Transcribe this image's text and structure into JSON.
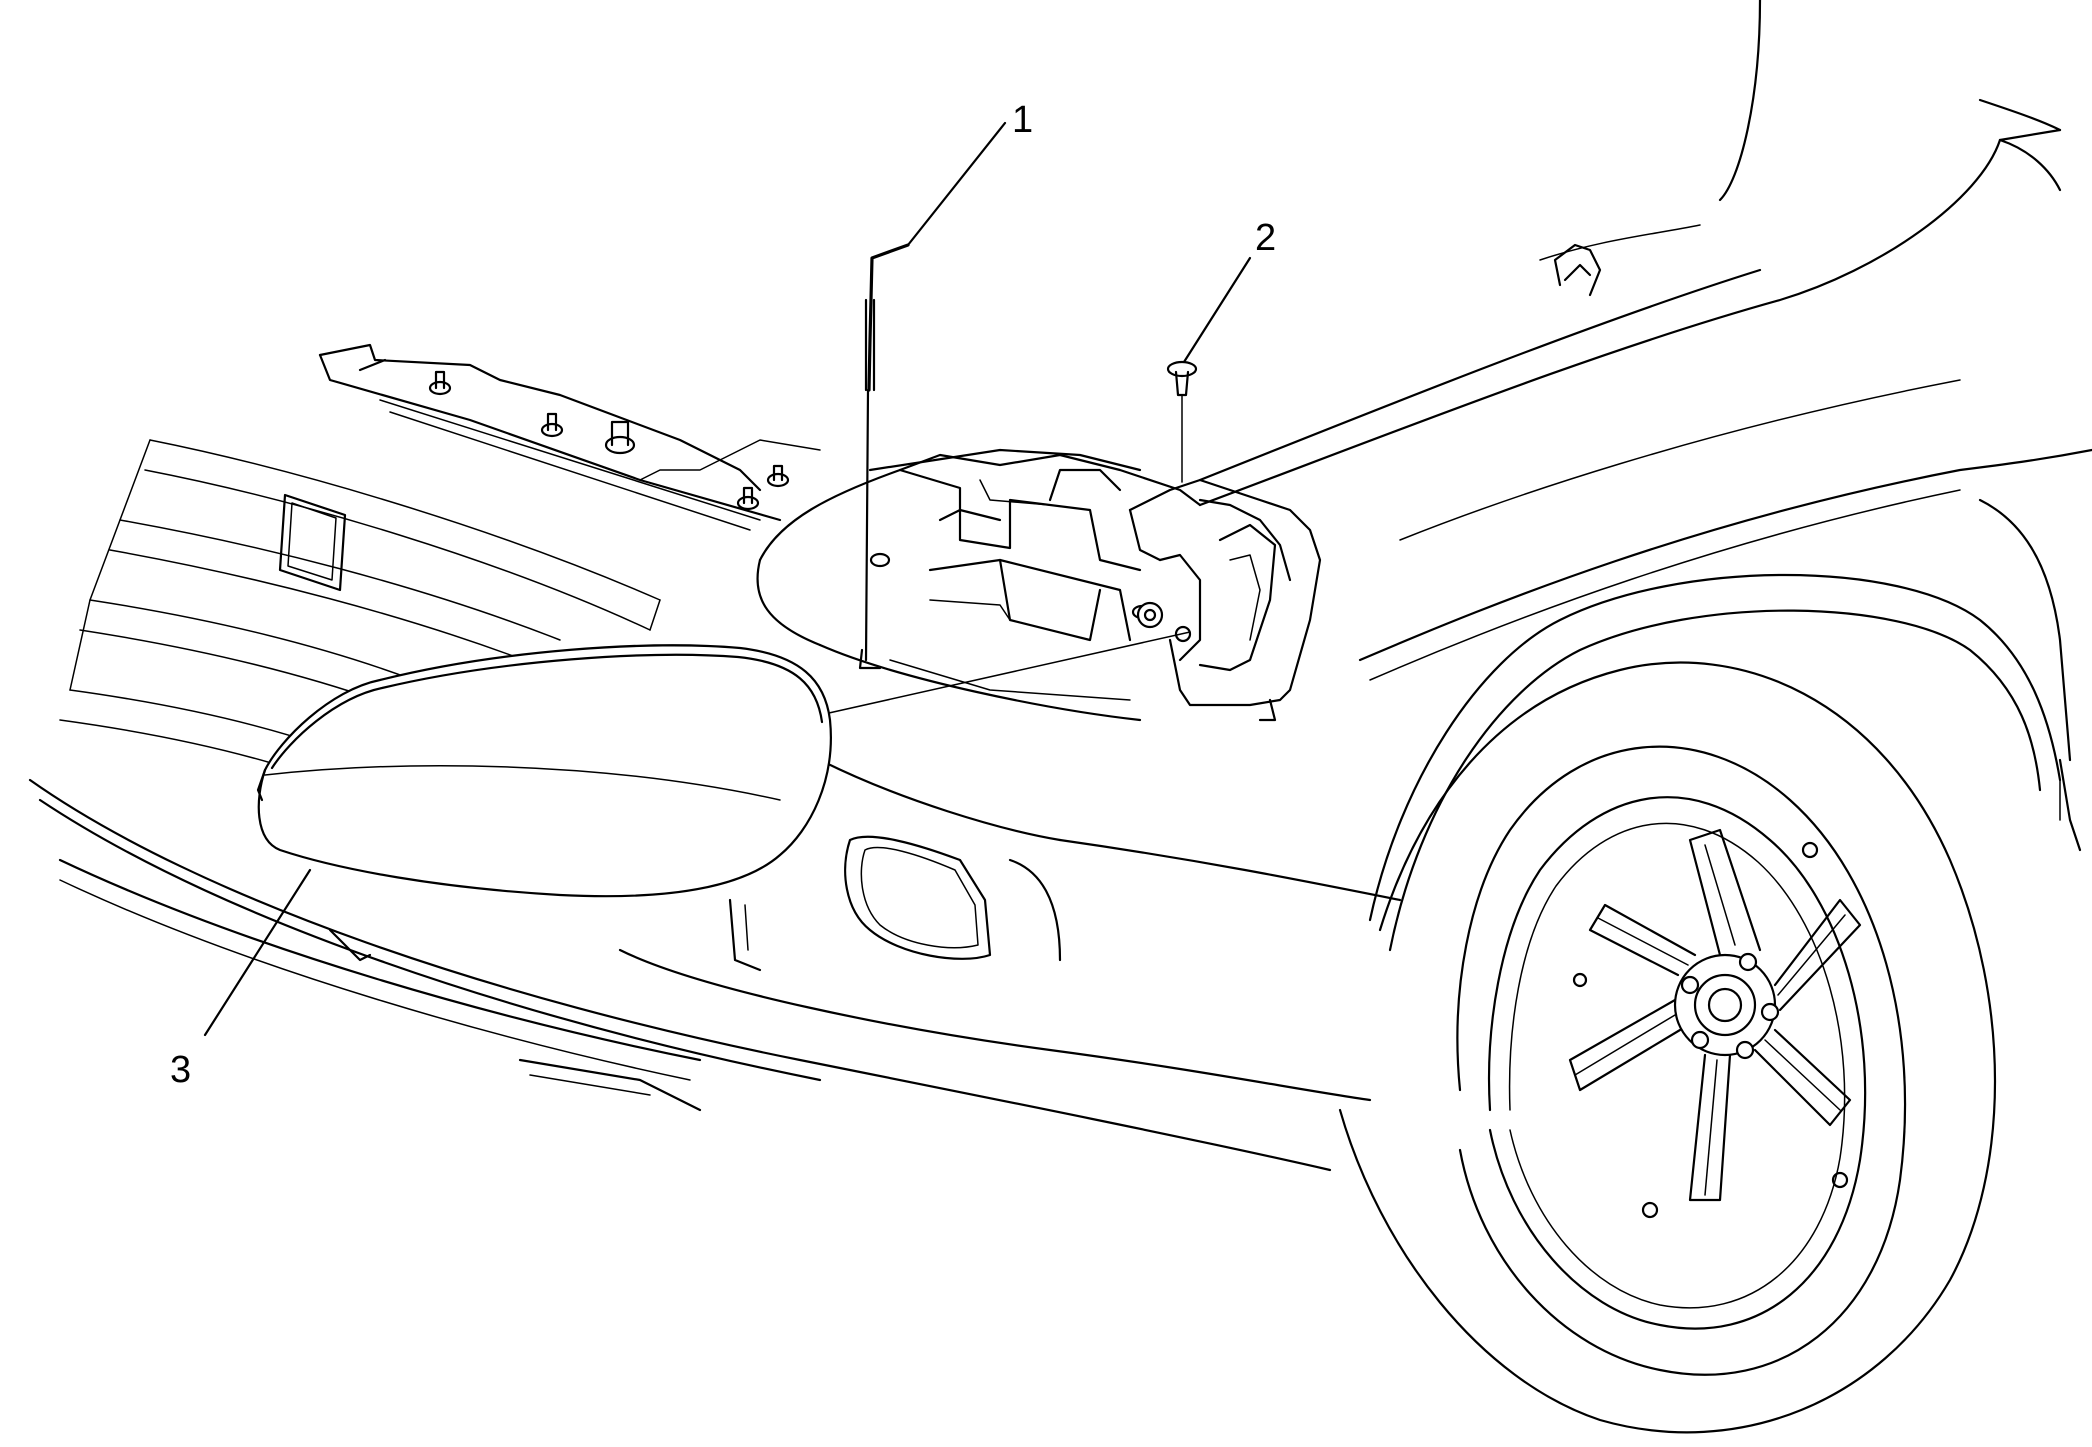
{
  "callouts": [
    {
      "id": 1,
      "label": "1",
      "part": "hood-prop-rod"
    },
    {
      "id": 2,
      "label": "2",
      "part": "push-pin-retainer"
    },
    {
      "id": 3,
      "label": "3",
      "part": "headlamp-assembly"
    }
  ],
  "style": {
    "line_color": "#000000",
    "background": "#ffffff"
  }
}
